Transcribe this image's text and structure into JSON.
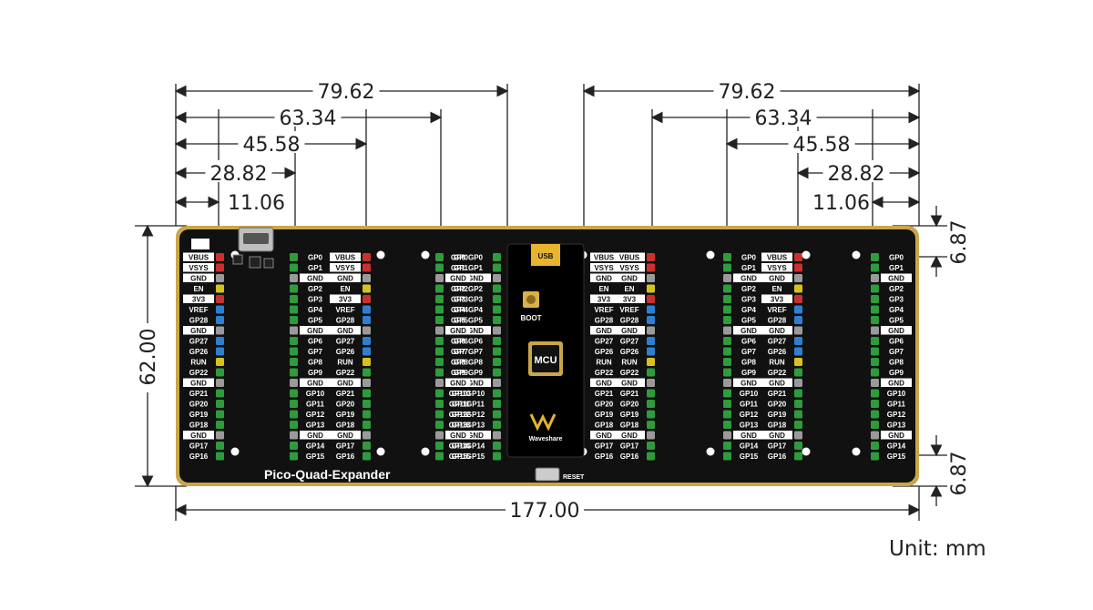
{
  "board": {
    "name": "Pico-Quad-Expander",
    "usb_label": "USB",
    "boot_label": "BOOT",
    "mcu_label": "MCU",
    "brand": "Waveshare",
    "reset_label": "RESET"
  },
  "dimensions": {
    "top_left": [
      "79.62",
      "63.34",
      "45.58",
      "28.82",
      "11.06"
    ],
    "top_right": [
      "79.62",
      "63.34",
      "45.58",
      "28.82",
      "11.06"
    ],
    "height": "62.00",
    "width": "177.00",
    "edge_top": "6.87",
    "edge_bottom": "6.87"
  },
  "unit_text": "Unit: mm",
  "pin_labels": {
    "left_header": [
      "VBUS",
      "VSYS",
      "GND",
      "EN",
      "3V3",
      "VREF",
      "GP28",
      "GND",
      "GP27",
      "GP26",
      "RUN",
      "GP22",
      "GND",
      "GP21",
      "GP20",
      "GP19",
      "GP18",
      "GND",
      "GP17",
      "GP16"
    ],
    "right_header": [
      "GP0",
      "GP1",
      "GND",
      "GP2",
      "GP3",
      "GP4",
      "GP5",
      "GND",
      "GP6",
      "GP7",
      "GP8",
      "GP9",
      "GND",
      "GP10",
      "GP11",
      "GP12",
      "GP13",
      "GND",
      "GP14",
      "GP15"
    ]
  },
  "colors": {
    "board": "#111111",
    "board_edge": "#c9a648",
    "pin_green": "#2e9b3c",
    "pin_red": "#c8322b",
    "pin_blue": "#2f7fd0",
    "pin_yellow": "#d6c21f",
    "pin_gray": "#9a9a9a"
  }
}
